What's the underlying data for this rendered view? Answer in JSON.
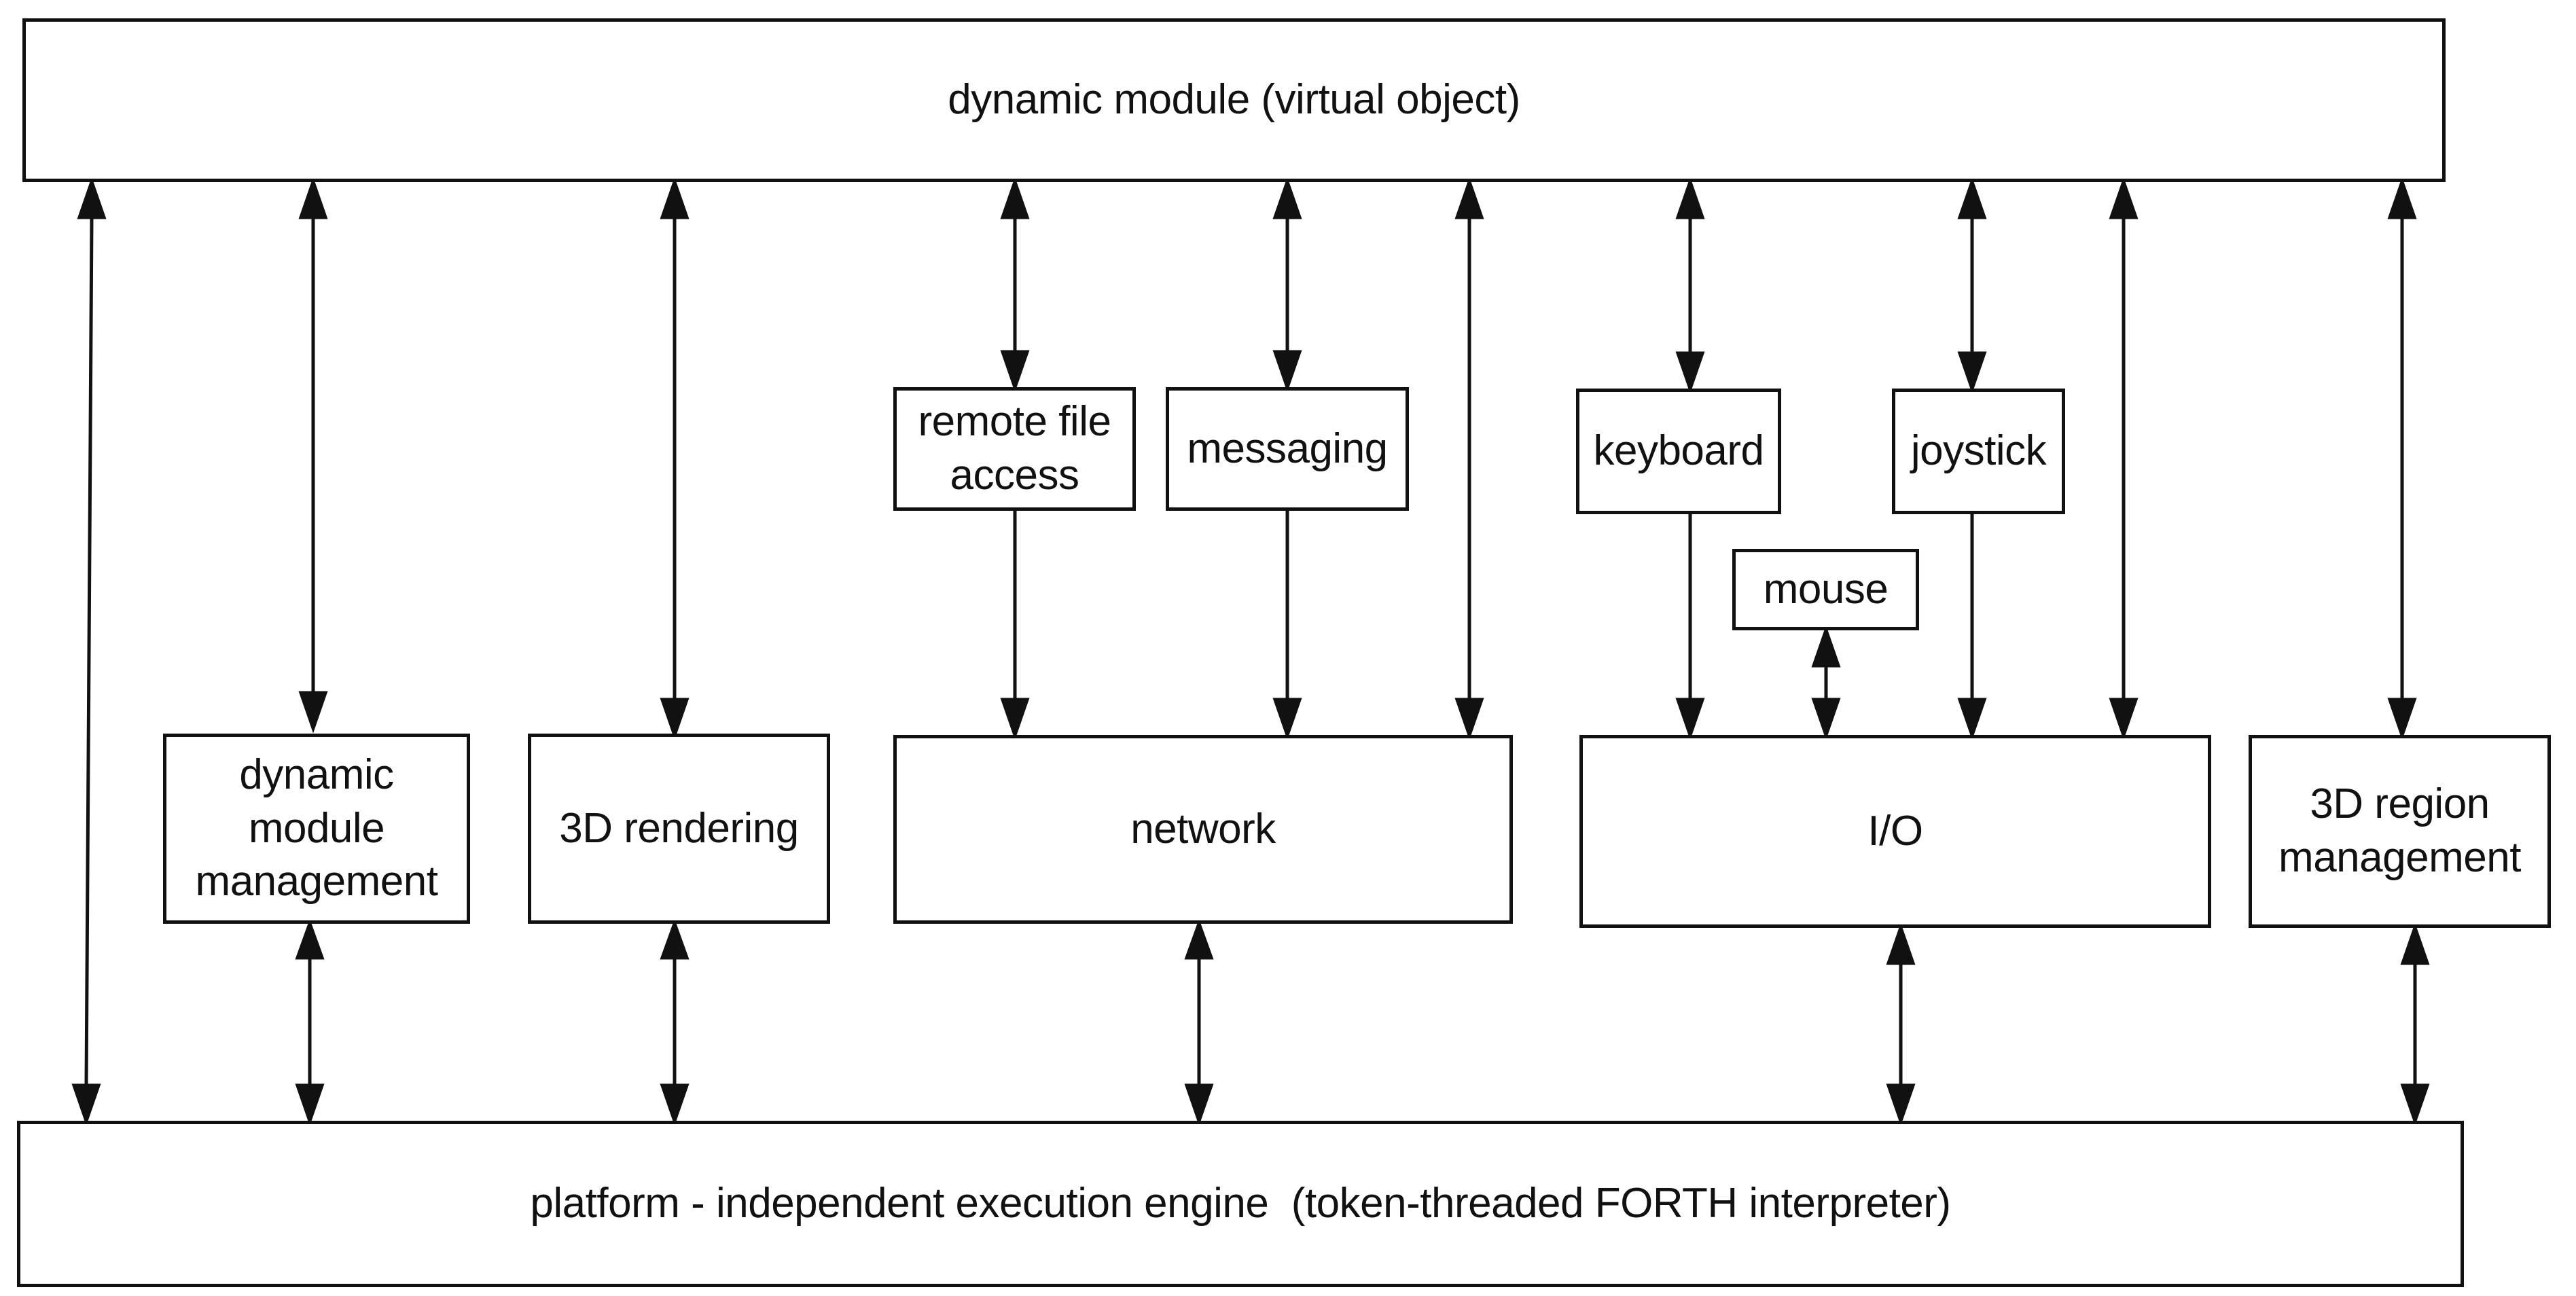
{
  "diagram": {
    "top_module": "dynamic module (virtual object)",
    "bottom_engine": "platform - independent execution engine  (token-threaded FORTH interpreter)",
    "modules": {
      "dynamic_module_management": [
        "dynamic",
        "module",
        "management"
      ],
      "rendering_3d": "3D rendering",
      "network": "network",
      "io": "I/O",
      "region_management_3d": [
        "3D region",
        "management"
      ]
    },
    "sub_modules": {
      "remote_file_access": [
        "remote file",
        "access"
      ],
      "messaging": "messaging",
      "keyboard": "keyboard",
      "joystick": "joystick",
      "mouse": "mouse"
    }
  }
}
